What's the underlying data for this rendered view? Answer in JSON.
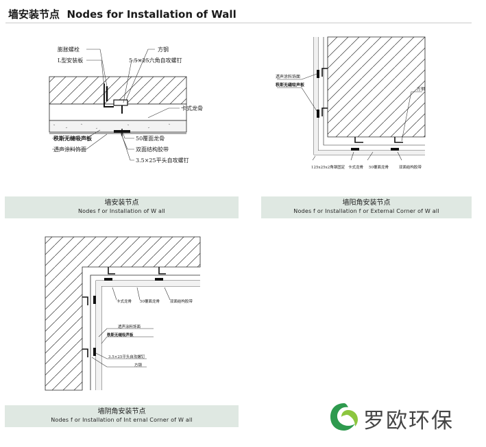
{
  "page": {
    "title_cn": "墙安装节点",
    "title_en": "Nodes for Installation of Wall"
  },
  "diagram_wall": {
    "labels": {
      "expansion_bolt": "膨胀螺栓",
      "l_bracket": "L型安装板",
      "hex_screw": "5.5×25六角自攻螺钉",
      "steel_square": "方钢",
      "clip_keel": "卡式龙骨",
      "seamless_board": "秩斯无缝吸声板",
      "acoustic_coating": "透声涂料饰面",
      "keel_50": "50覆面龙骨",
      "double_tape": "双面结构胶带",
      "flat_screw": "3.5×25平头自攻螺钉"
    },
    "caption_cn": "墙安装节点",
    "caption_en": "Nodes f or Installation of  W  all"
  },
  "diagram_external": {
    "labels": {
      "acoustic_coating": "透声涂料饰面",
      "seamless_board": "秩斯无缝吸声板",
      "steel_square": "方钢",
      "corner_fix": "125x25x2角钢固定",
      "clip_keel": "卡式龙骨",
      "keel_50": "50覆面龙骨",
      "double_tape": "双面结构胶带"
    },
    "caption_cn": "墙阳角安装节点",
    "caption_en": "Nodes f or Installation f or External Corner of  W  all"
  },
  "diagram_internal": {
    "labels": {
      "clip_keel": "卡式龙骨",
      "keel_50": "50覆面龙骨",
      "double_tape": "双面结构胶带",
      "acoustic_coating": "透声涂料饰面",
      "seamless_board": "秩斯无缝吸声板",
      "flat_screw": "3.5×25平头自攻螺钉",
      "steel_square": "方钢"
    },
    "caption_cn": "墙阴角安装节点",
    "caption_en": "Nodes f or Installation of Int ernal Corner of  W  all"
  },
  "brand": {
    "name": "罗欧环保",
    "colors": {
      "green": "#2e9a4e",
      "light_green": "#8cc63f",
      "text": "#454545"
    }
  }
}
